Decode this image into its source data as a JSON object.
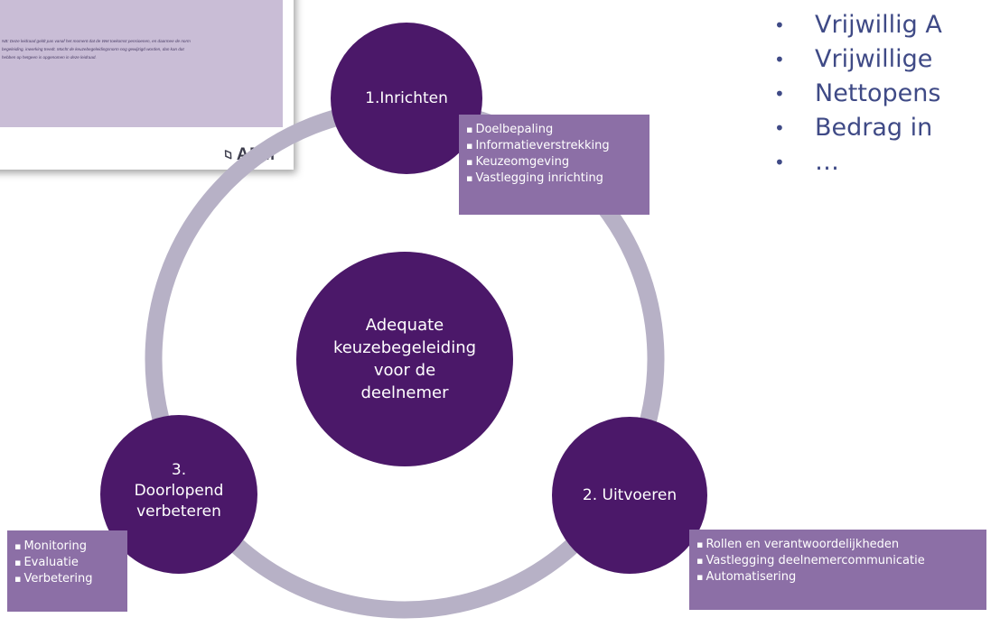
{
  "document": {
    "note_lines": [
      "NB: Deze leidraad geldt pas vanaf het moment dat de Wet toekomst pensioenen, en daarmee de norm",
      "begeleiding, inwerking treedt. Mocht de keuzebegeleidingsnorm nog gewijzigd worden, dan kan dat",
      "hebben op hetgeen is opgenomen in deze leidraad."
    ],
    "logo_text": "AFM"
  },
  "diagram": {
    "center_lines": [
      "Adequate",
      "keuzebegeleiding",
      "voor de",
      "deelnemer"
    ],
    "step1": {
      "title": "1.Inrichten",
      "items": [
        "Doelbepaling",
        "Informatieverstrekking",
        "Keuzeomgeving",
        "Vastlegging inrichting"
      ]
    },
    "step2": {
      "title": "2. Uitvoeren",
      "items": [
        "Rollen en verantwoordelijkheden",
        "Vastlegging deelnemercommunicatie",
        "Automatisering"
      ]
    },
    "step3": {
      "title_lines": [
        "3.",
        "Doorlopend",
        "verbeteren"
      ],
      "items": [
        "Monitoring",
        "Evaluatie",
        "Verbetering"
      ]
    }
  },
  "bullet_list": {
    "bullet_symbol": "•",
    "items": [
      "Vrijwillig A",
      "Vrijwillige",
      "Nettopens",
      "Bedrag in",
      "…"
    ]
  },
  "colors": {
    "circle": "#4b1869",
    "box": "#8c6fa6",
    "ring": "#b7b1c6",
    "doc_background": "#c9bdd6",
    "bullet_text": "#3f4a86"
  }
}
